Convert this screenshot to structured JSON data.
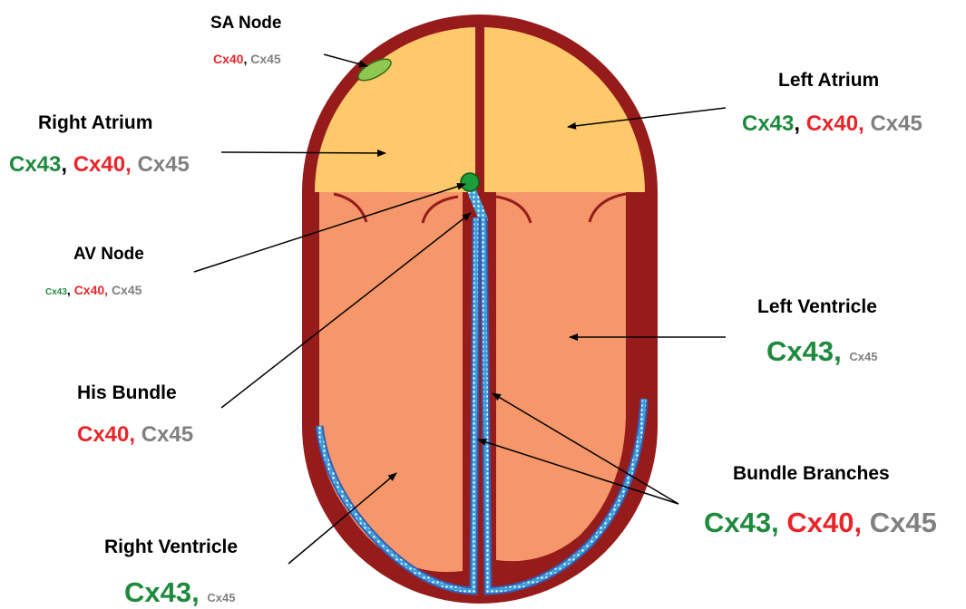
{
  "colors": {
    "wall": "#961c1c",
    "atrium": "#fec96a",
    "ventricle": "#f5976a",
    "sa_node": "#8fc850",
    "av_node": "#1e9e3a",
    "conduction": "#3aa0dc",
    "cx43": "#1e8a3e",
    "cx40": "#e8262a",
    "cx45": "#808080"
  },
  "labels": {
    "sa_node": {
      "title": "SA Node",
      "cx": [
        "Cx40",
        "Cx45"
      ]
    },
    "right_atrium": {
      "title": "Right Atrium",
      "cx": [
        "Cx43",
        "Cx40",
        "Cx45"
      ]
    },
    "left_atrium": {
      "title": "Left Atrium",
      "cx": [
        "Cx43",
        "Cx40",
        "Cx45"
      ]
    },
    "av_node": {
      "title": "AV Node",
      "cx": [
        "Cx43",
        "Cx40",
        "Cx45"
      ]
    },
    "left_ventricle": {
      "title": "Left Ventricle",
      "cx": [
        "Cx43",
        "Cx45"
      ]
    },
    "his_bundle": {
      "title": "His Bundle",
      "cx": [
        "Cx40",
        "Cx45"
      ]
    },
    "bundle_branches": {
      "title": "Bundle Branches",
      "cx": [
        "Cx43",
        "Cx40",
        "Cx45"
      ]
    },
    "right_ventricle": {
      "title": "Right Ventricle",
      "cx": [
        "Cx43",
        "Cx45"
      ]
    }
  },
  "separator": ","
}
